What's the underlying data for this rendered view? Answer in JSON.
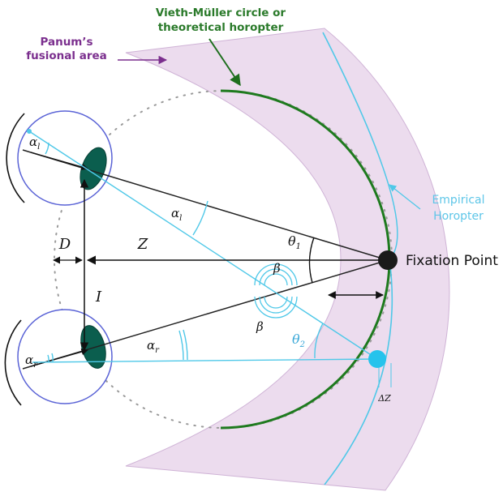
{
  "labels": {
    "panum_line1": "Panum’s",
    "panum_line2": "fusional area",
    "vm_line1": "Vieth-Müller circle or",
    "vm_line2": "theoretical horopter",
    "empirical_line1": "Empirical",
    "empirical_line2": "Horopter",
    "fixation_point": "Fixation Point",
    "D": "D",
    "Z": "Z",
    "I": "I",
    "alpha_l_eye": "α",
    "alpha_l_eye_sub": "l",
    "alpha_r_eye": "α",
    "alpha_r_eye_sub": "r",
    "alpha_l": "α",
    "alpha_l_sub": "l",
    "alpha_r": "α",
    "alpha_r_sub": "r",
    "theta_1": "θ",
    "theta_1_sub": "1",
    "theta_2": "θ",
    "theta_2_sub": "2",
    "beta_top": "β",
    "beta_bottom": "β",
    "delta_z": "ΔZ"
  },
  "colors": {
    "panum_fill": "#ecdcee",
    "panum_stroke": "#cfb3d6",
    "panum_text": "#7b2f8e",
    "vieth_muller": "#1e7a1e",
    "vm_text": "#2a7a2a",
    "empirical": "#4fc8e8",
    "empirical_text": "#5ec6e8",
    "eye_outline": "#5a63d6",
    "lens": "#0b5e4e",
    "fixation_dot": "#1a1a1a",
    "cyan_dot": "#26c3ec",
    "theta2_text": "#3aa8d8"
  }
}
